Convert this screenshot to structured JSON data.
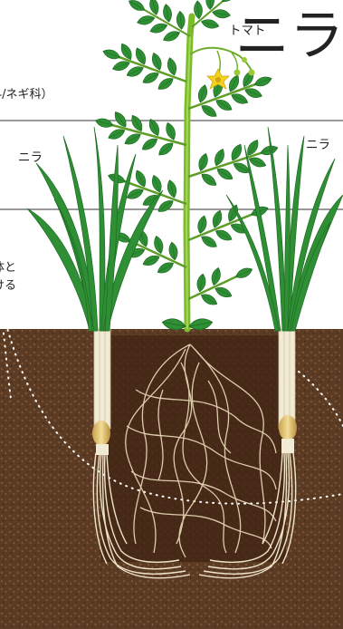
{
  "title": "ニラ",
  "subtitle": "（ユリ科/ネギ科）",
  "labels": {
    "tomato": "トマト",
    "nira_left": "ニラ",
    "nira_right": "ニラ"
  },
  "note": {
    "line1": "体と",
    "line2": "ける"
  },
  "colors": {
    "soil": "#5a3a22",
    "soil_dark": "#3f2414",
    "leaf": "#2e8b2e",
    "stem": "#7cbc2a",
    "flower": "#f2d21c",
    "root": "#e9dcc0"
  }
}
